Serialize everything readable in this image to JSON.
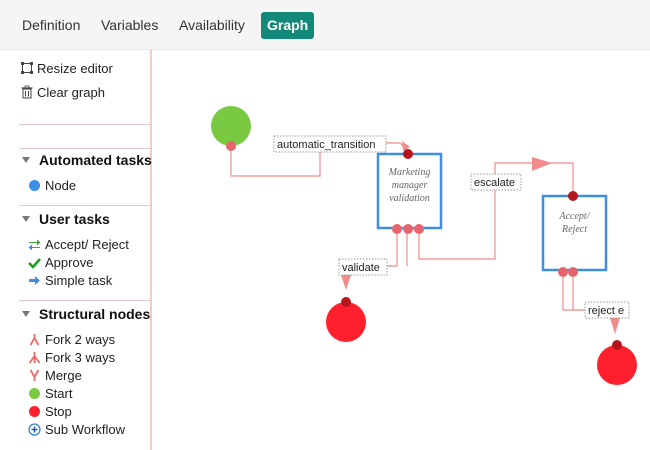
{
  "tabs": [
    {
      "label": "Definition",
      "active": false
    },
    {
      "label": "Variables",
      "active": false
    },
    {
      "label": "Availability",
      "active": false
    },
    {
      "label": "Graph",
      "active": true
    }
  ],
  "tools": {
    "resize": "Resize editor",
    "clear": "Clear graph"
  },
  "sections": {
    "automated": {
      "title": "Automated tasks",
      "items": [
        {
          "label": "Node",
          "icon": "blue-dot-icon"
        }
      ]
    },
    "user": {
      "title": "User tasks",
      "items": [
        {
          "label": "Accept/ Reject",
          "icon": "double-arrow-icon"
        },
        {
          "label": "Approve",
          "icon": "check-icon"
        },
        {
          "label": "Simple task",
          "icon": "arrow-right-icon"
        }
      ]
    },
    "structural": {
      "title": "Structural nodes",
      "items": [
        {
          "label": "Fork 2 ways",
          "icon": "fork-2-icon"
        },
        {
          "label": "Fork 3 ways",
          "icon": "fork-3-icon"
        },
        {
          "label": "Merge",
          "icon": "merge-icon"
        },
        {
          "label": "Start",
          "icon": "green-dot-icon"
        },
        {
          "label": "Stop",
          "icon": "red-dot-icon"
        },
        {
          "label": "Sub Workflow",
          "icon": "plus-circle-icon"
        }
      ]
    }
  },
  "graph": {
    "nodes": {
      "marketing": [
        "Marketing",
        "manager",
        "validation"
      ],
      "accept": [
        "Accept/",
        "Reject"
      ]
    },
    "edges": {
      "automatic": "automatic_transition",
      "escalate": "escalate",
      "validate": "validate",
      "reject": "reject e"
    }
  },
  "colors": {
    "accent": "#13897a",
    "edge": "#f28b8b",
    "start": "#7ac943",
    "stop": "#ff1f2d",
    "task_border": "#3d8fe5",
    "port": "#e8646c"
  }
}
